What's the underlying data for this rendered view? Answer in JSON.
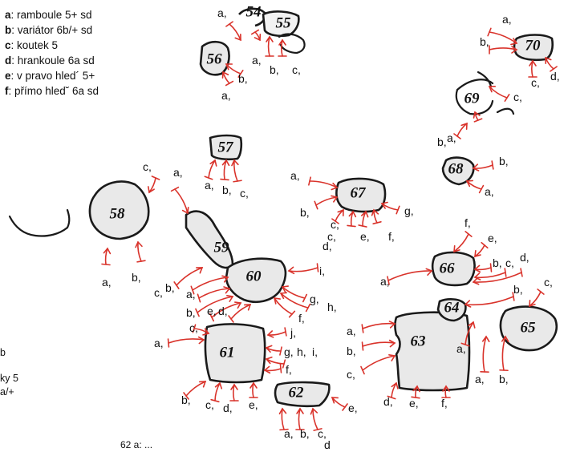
{
  "legend": [
    {
      "key": "a",
      "text": ": ramboule 5+ sd"
    },
    {
      "key": "b",
      "text": ": variátor 6b/+ sd"
    },
    {
      "key": "c",
      "text": ": koutek 5"
    },
    {
      "key": "d",
      "text": ": hrankoule 6a sd"
    },
    {
      "key": "e",
      "text": ": v pravo hled´ 5+"
    },
    {
      "key": "f",
      "text": ": přímo hled˘ 6a sd"
    }
  ],
  "cutoff_text": [
    "b",
    "ky 5",
    "a/+"
  ],
  "bottom_text": "62 a: ...",
  "boulders": [
    {
      "id": "54",
      "label": "54"
    },
    {
      "id": "55",
      "label": "55"
    },
    {
      "id": "56",
      "label": "56"
    },
    {
      "id": "57",
      "label": "57"
    },
    {
      "id": "58",
      "label": "58"
    },
    {
      "id": "59",
      "label": "59"
    },
    {
      "id": "60",
      "label": "60"
    },
    {
      "id": "61",
      "label": "61"
    },
    {
      "id": "62",
      "label": "62"
    },
    {
      "id": "63",
      "label": "63"
    },
    {
      "id": "64",
      "label": "64"
    },
    {
      "id": "65",
      "label": "65"
    },
    {
      "id": "66",
      "label": "66"
    },
    {
      "id": "67",
      "label": "67"
    },
    {
      "id": "68",
      "label": "68"
    },
    {
      "id": "69",
      "label": "69"
    },
    {
      "id": "70",
      "label": "70"
    }
  ],
  "route_labels": [
    "a,",
    "a,",
    "b,",
    "c,",
    "a,",
    "b,",
    "a,",
    "b,",
    "c,",
    "d,",
    "c,",
    "b,",
    "a,",
    "a,",
    "b,",
    "c,",
    "c,",
    "a,",
    "a,",
    "b,",
    "a,",
    "b,",
    "c,",
    "g,",
    "c,",
    "d,",
    "e,",
    "f,",
    "b,",
    "a,",
    "c,",
    "b,",
    "a,",
    "i,",
    "b,",
    "e,",
    "d,",
    "g,",
    "h,",
    "f,",
    "c,",
    "a,",
    "j,",
    "g,",
    "h,",
    "i,",
    "f,",
    "b,",
    "c,",
    "d,",
    "e,",
    "e,",
    "a,",
    "b,",
    "c,",
    "d",
    "f,",
    "e,",
    "a,",
    "b,",
    "c,",
    "d,",
    "b,",
    "c,",
    "a,",
    "b,",
    "c,",
    "d,",
    "e,",
    "f,",
    "a,",
    "a,",
    "b,"
  ]
}
